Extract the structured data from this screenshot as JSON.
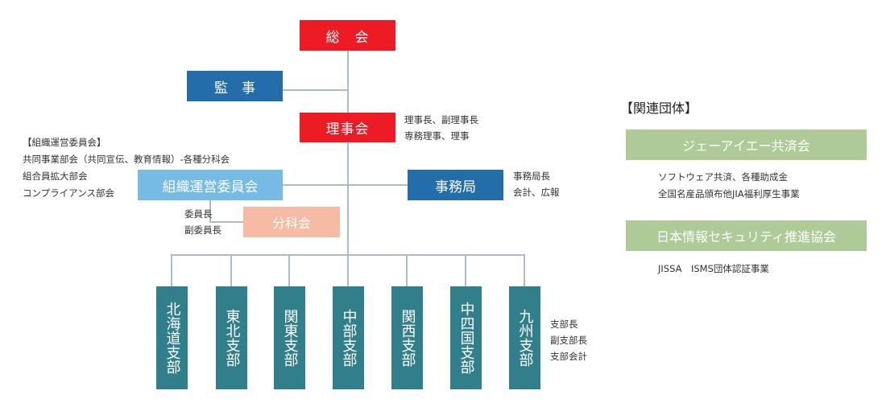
{
  "org": {
    "general_assembly": "総　会",
    "auditor": "監　事",
    "board": "理事会",
    "board_members": [
      "理事長、副理事長",
      "専務理事、理事"
    ],
    "org_committee": "組織運営委員会",
    "org_committee_notes": [
      "【組織運営委員会】",
      "共同事業部会（共同宣伝、教育情報）-各種分科会",
      "組合員拡大部会",
      "コンプライアンス部会"
    ],
    "secretariat": "事務局",
    "secretariat_members": [
      "事務局長",
      "会計、広報"
    ],
    "subcommittee": "分科会",
    "subcommittee_members": [
      "委員長",
      "副委員長"
    ],
    "branches": [
      "北海道支部",
      "東北支部",
      "関東支部",
      "中部支部",
      "関西支部",
      "中四国支部",
      "九州支部"
    ],
    "branch_members": [
      "支部長",
      "副支部長",
      "支部会計"
    ]
  },
  "related": {
    "heading": "【関連団体】",
    "groups": [
      {
        "name": "ジェーアイエー共済会",
        "notes": [
          "ソフトウェア共済、各種助成金",
          "全国名産品頒布他JIA福利厚生事業"
        ]
      },
      {
        "name": "日本情報セキュリティ推進協会",
        "notes": [
          "JISSA　ISMS団体認証事業"
        ]
      }
    ]
  },
  "colors": {
    "red": "#ed1c24",
    "blue": "#236eaa",
    "light_blue": "#76bbe6",
    "peach": "#f5bba4",
    "teal": "#317f8b",
    "green": "#aecb97",
    "line": "#a9bcc8"
  }
}
